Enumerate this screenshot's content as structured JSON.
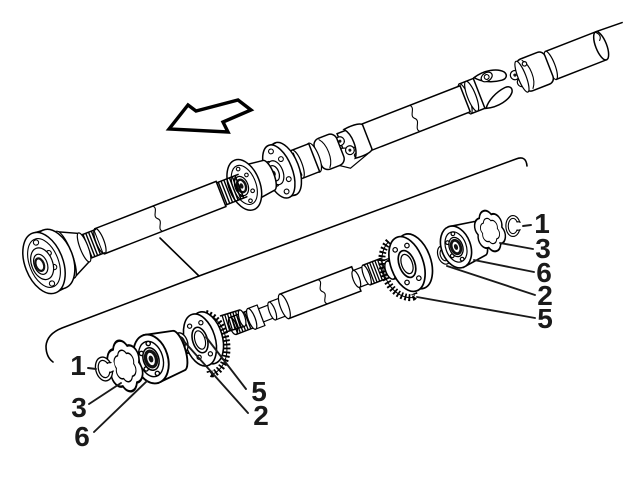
{
  "figure": {
    "background_color": "#ffffff",
    "line_color": "#000000",
    "label_color": "#1a1a1a",
    "direction_arrow": "left"
  },
  "callouts": {
    "left_group": [
      {
        "label": "1"
      },
      {
        "label": "3"
      },
      {
        "label": "6"
      },
      {
        "label": "5"
      },
      {
        "label": "2"
      }
    ],
    "right_group": [
      {
        "label": "1"
      },
      {
        "label": "3"
      },
      {
        "label": "6"
      },
      {
        "label": "2"
      },
      {
        "label": "5"
      }
    ]
  }
}
